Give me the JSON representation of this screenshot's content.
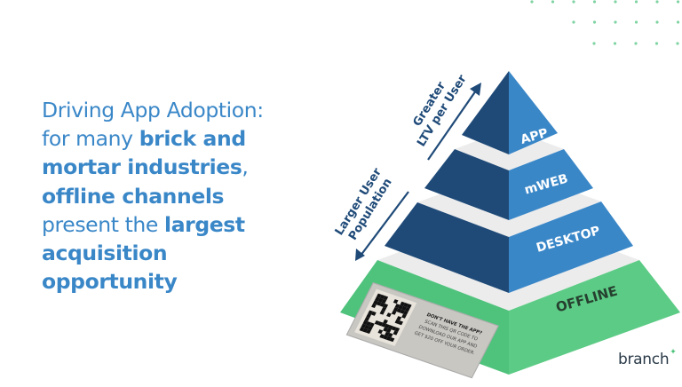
{
  "headline": {
    "line1": "Driving App Adoption:",
    "line2_regular": "for many ",
    "line2_bold": "brick and",
    "line3_bold": "mortar industries",
    "line3_regular": ",",
    "line4_bold": "offline channels",
    "line5_regular": "present the ",
    "line5_bold": "largest",
    "line6_bold": "acquisition",
    "line7_bold": "opportunity"
  },
  "arrows": {
    "up_label_line1": "Greater",
    "up_label_line2": "LTV per User",
    "down_label_line1": "Larger User",
    "down_label_line2": "Population"
  },
  "pyramid": {
    "layers": [
      "APP",
      "mWEB",
      "DESKTOP",
      "OFFLINE"
    ]
  },
  "qr_card": {
    "title": "DON'T HAVE THE APP?",
    "line1": "SCAN THIS QR CODE TO",
    "line2": "DOWNLOAD OUR APP AND",
    "line3": "GET $20 OFF YOUR ORDER."
  },
  "logo": {
    "text": "branch"
  },
  "colors": {
    "text_blue": "#3a87c8",
    "dark_blue": "#1f4a78",
    "light_blue": "#3a87c8",
    "green": "#5ccb85",
    "gray_top": "#ececec",
    "dot_green": "#6fcf97"
  }
}
